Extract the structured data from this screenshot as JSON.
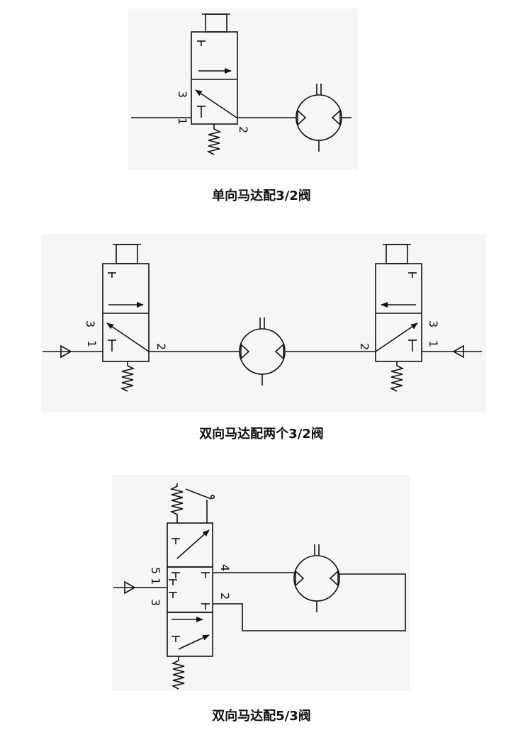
{
  "captions": {
    "fig1": "单向马达配3/2阀",
    "fig2": "双向马达配两个3/2阀",
    "fig3": "双向马达配5/3阀"
  },
  "ports": {
    "p1": "1",
    "p2": "2",
    "p3": "3",
    "p4": "4",
    "p5": "5"
  }
}
